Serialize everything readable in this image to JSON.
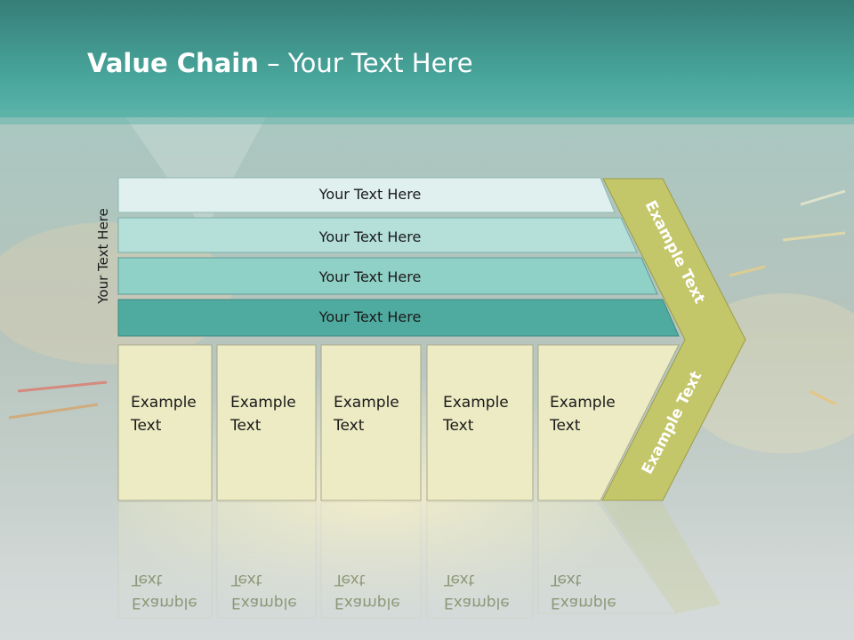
{
  "title": {
    "bold": "Value Chain",
    "rest": " – Your Text Here"
  },
  "vertical_label": "Your Text Here",
  "bands": [
    {
      "label": "Your Text Here",
      "color": "#dff0ef"
    },
    {
      "label": "Your Text Here",
      "color": "#b5e0da"
    },
    {
      "label": "Your Text Here",
      "color": "#8fd0c7"
    },
    {
      "label": "Your Text Here",
      "color": "#4faba0"
    }
  ],
  "columns": [
    {
      "line1": "Example",
      "line2": "Text"
    },
    {
      "line1": "Example",
      "line2": "Text"
    },
    {
      "line1": "Example",
      "line2": "Text"
    },
    {
      "line1": "Example",
      "line2": "Text"
    },
    {
      "line1": "Example",
      "line2": "Text"
    }
  ],
  "chevron": {
    "top_label": "Example Text",
    "bottom_label": "Example Text",
    "color": "#c4c66a"
  },
  "colors": {
    "header_teal": "#3fa195",
    "column_fill": "#ecebc4"
  }
}
